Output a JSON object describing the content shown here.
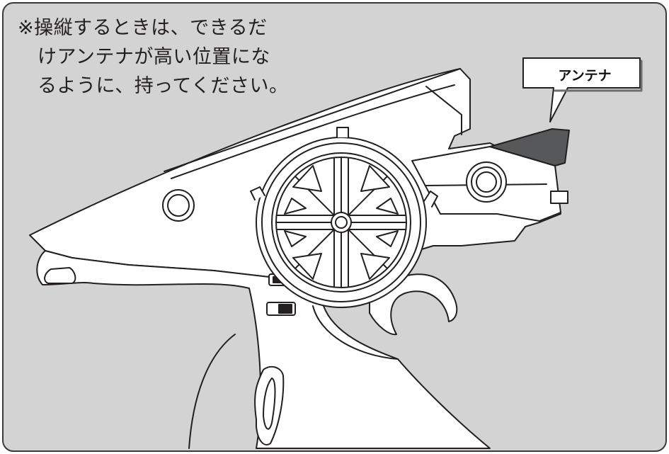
{
  "note": {
    "lines": [
      "※操縦するときは、できるだ",
      "けアンテナが高い位置にな",
      "るように、持ってください。"
    ]
  },
  "callout": {
    "label": "アンテナ"
  },
  "colors": {
    "panel_background": "#d3d3d4",
    "frame": "#3a3a3c",
    "antenna": "#57585a",
    "body": "#ffffff",
    "outline": "#231f20"
  },
  "icons": [
    "transmitter-illustration",
    "steering-wheel-icon",
    "antenna-icon"
  ]
}
